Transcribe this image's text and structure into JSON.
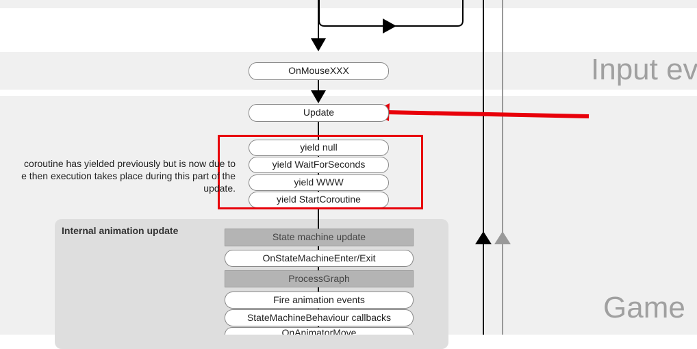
{
  "sections": {
    "input": "Input ev",
    "game": "Game"
  },
  "animation_panel": {
    "title": "Internal animation update"
  },
  "description": {
    "lines": [
      "coroutine has yielded previously but is now due to",
      "e then execution takes place during this part of the",
      "update."
    ]
  },
  "nodes": {
    "on_mouse": "OnMouseXXX",
    "update": "Update",
    "yield_null": "yield null",
    "yield_wait": "yield WaitForSeconds",
    "yield_www": "yield WWW",
    "yield_start": "yield StartCoroutine",
    "state_machine_update": "State machine update",
    "on_state_machine": "OnStateMachineEnter/Exit",
    "process_graph": "ProcessGraph",
    "fire_events": "Fire animation events",
    "behaviour_callbacks": "StateMachineBehaviour callbacks",
    "on_animator_move": "OnAnimatorMove"
  },
  "colors": {
    "highlight": "#e8000a",
    "band": "#f0f0f0",
    "panel": "#dedede",
    "label": "#a0a0a0"
  }
}
